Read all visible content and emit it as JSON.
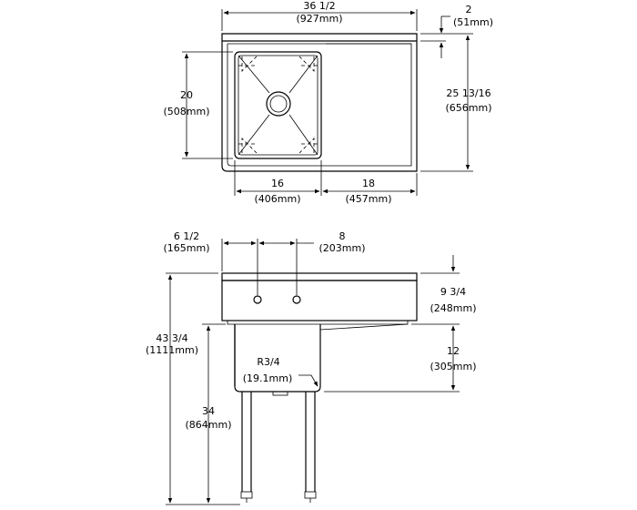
{
  "top_view": {
    "overall_width": {
      "fraction": "36 1/2",
      "metric": "(927mm)"
    },
    "backsplash": {
      "fraction": "2",
      "metric": "(51mm)"
    },
    "overall_depth": {
      "fraction": "25 13/16",
      "metric": "(656mm)"
    },
    "bowl_depth": {
      "fraction": "20",
      "metric": "(508mm)"
    },
    "bowl_width": {
      "fraction": "16",
      "metric": "(406mm)"
    },
    "drainboard_width": {
      "fraction": "18",
      "metric": "(457mm)"
    }
  },
  "front_view": {
    "faucet_offset": {
      "fraction": "6 1/2",
      "metric": "(165mm)"
    },
    "faucet_spacing": {
      "fraction": "8",
      "metric": "(203mm)"
    },
    "backsplash_height": {
      "fraction": "9 3/4",
      "metric": "(248mm)"
    },
    "bowl_height": {
      "fraction": "12",
      "metric": "(305mm)"
    },
    "corner_radius": {
      "fraction": "R3/4",
      "metric": "(19.1mm)"
    },
    "overall_height": {
      "fraction": "43 3/4",
      "metric": "(1111mm)"
    },
    "work_height": {
      "fraction": "34",
      "metric": "(864mm)"
    }
  }
}
